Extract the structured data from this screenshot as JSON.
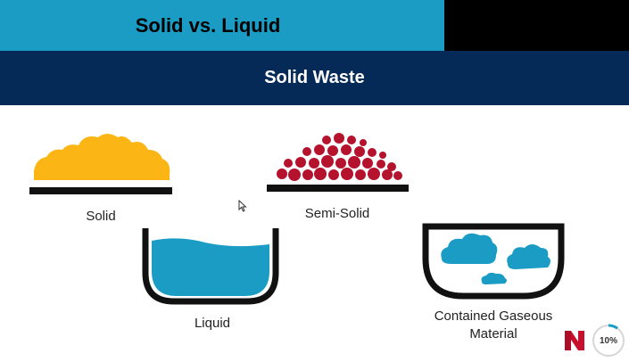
{
  "header": {
    "title": "Solid vs. Liquid"
  },
  "section": {
    "subtitle": "Solid Waste"
  },
  "illustrations": {
    "solid_label": "Solid",
    "semisolid_label": "Semi-Solid",
    "liquid_label": "Liquid",
    "gaseous_label_line1": "Contained Gaseous",
    "gaseous_label_line2": "Material"
  },
  "progress": {
    "value": 10,
    "text": "10%"
  },
  "colors": {
    "header_teal": "#1a9cc4",
    "subheader_navy": "#062a57",
    "solid_yellow": "#fbb615",
    "semisolid_red": "#b5122e",
    "liquid_blue": "#1a9cc4",
    "logo_red": "#c8102e"
  }
}
